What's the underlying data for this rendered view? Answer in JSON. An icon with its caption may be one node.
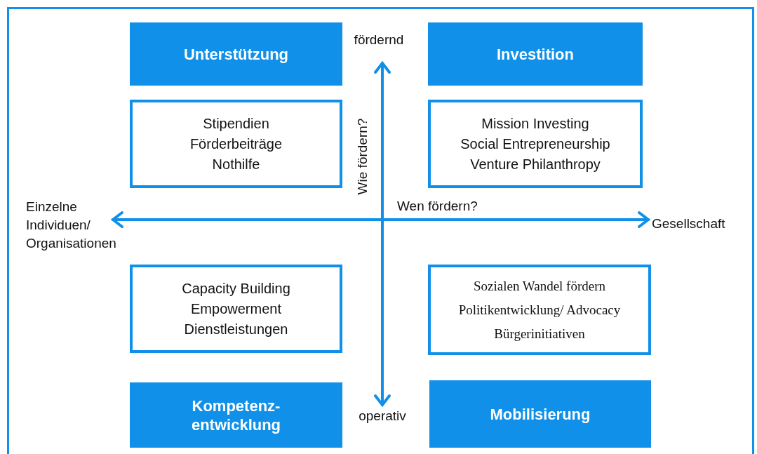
{
  "diagram": {
    "nodes": [
      {
        "text": [
          "Unterstützung"
        ]
      },
      {
        "text": [
          "Investition"
        ]
      },
      {
        "text": [
          "Stipendien",
          "Förderbeiträge",
          "Nothilfe"
        ]
      },
      {
        "text": [
          "Mission Investing",
          "Social Entrepreneurship",
          "Venture Philanthropy"
        ]
      },
      {
        "text": [
          "Capacity Building",
          "Empowerment",
          "Dienstleistungen"
        ]
      },
      {
        "text": [
          "Sozialen Wandel fördern",
          "Politikentwicklung/ Advocacy Bürgerinitiativen"
        ]
      },
      {
        "text": [
          "Kompetenz- entwicklung"
        ]
      },
      {
        "text": [
          "Mobilisierung"
        ]
      }
    ],
    "labels": [
      "fördernd",
      "Wie fördern?",
      "Einzelne Individuen/ Organisationen",
      "Wen fördern?",
      "Gesellschaft",
      "operativ"
    ]
  }
}
